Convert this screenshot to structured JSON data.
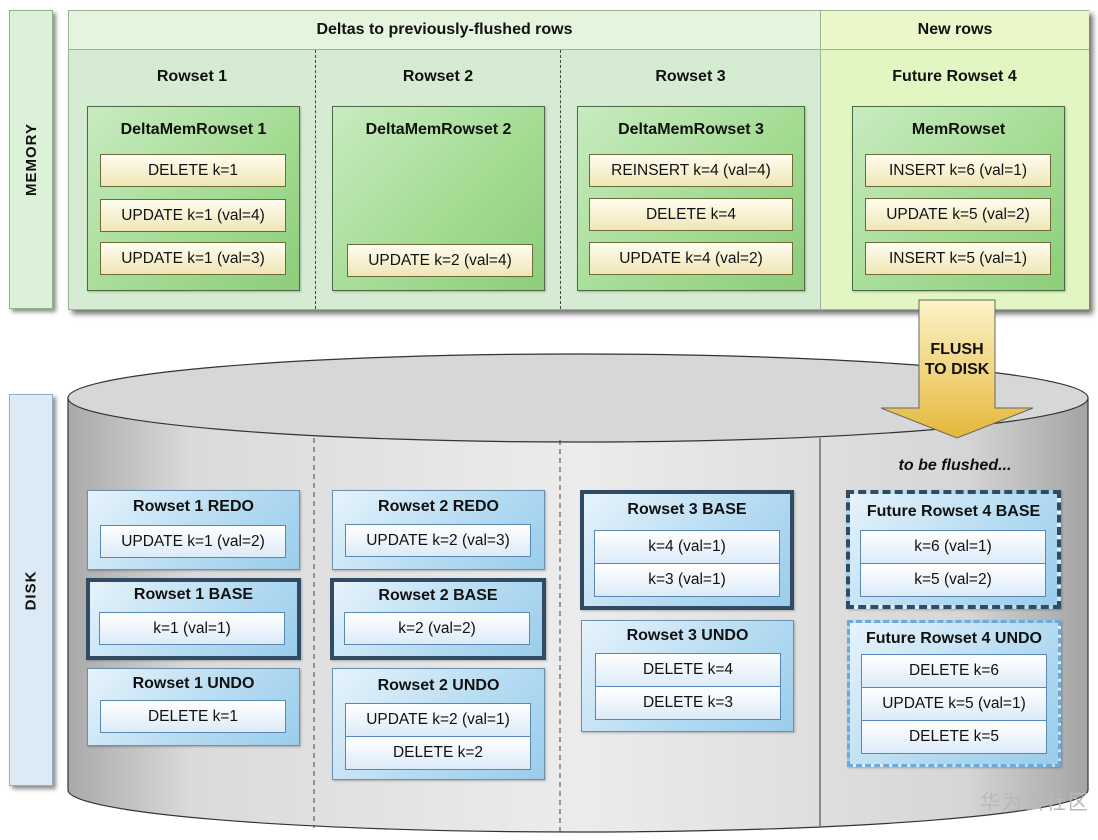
{
  "side_labels": {
    "memory": "MEMORY",
    "disk": "DISK"
  },
  "memory": {
    "header_deltas": "Deltas to previously-flushed rows",
    "header_new": "New rows",
    "rowsets": [
      {
        "label": "Rowset 1",
        "box_title": "DeltaMemRowset 1",
        "ops": [
          "DELETE k=1",
          "UPDATE k=1 (val=4)",
          "UPDATE k=1 (val=3)"
        ]
      },
      {
        "label": "Rowset 2",
        "box_title": "DeltaMemRowset 2",
        "ops": [
          "UPDATE k=2 (val=4)"
        ]
      },
      {
        "label": "Rowset 3",
        "box_title": "DeltaMemRowset 3",
        "ops": [
          "REINSERT k=4 (val=4)",
          "DELETE k=4",
          "UPDATE k=4 (val=2)"
        ]
      },
      {
        "label": "Future Rowset 4",
        "box_title": "MemRowset",
        "ops": [
          "INSERT k=6 (val=1)",
          "UPDATE k=5 (val=2)",
          "INSERT k=5 (val=1)"
        ]
      }
    ]
  },
  "flush_arrow": {
    "line1": "FLUSH",
    "line2": "TO DISK"
  },
  "disk": {
    "to_be_flushed": "to be flushed...",
    "rowset1": {
      "redo": {
        "title": "Rowset 1 REDO",
        "items": [
          "UPDATE k=1 (val=2)"
        ]
      },
      "base": {
        "title": "Rowset 1 BASE",
        "items": [
          "k=1 (val=1)"
        ]
      },
      "undo": {
        "title": "Rowset 1 UNDO",
        "items": [
          "DELETE k=1"
        ]
      }
    },
    "rowset2": {
      "redo": {
        "title": "Rowset 2 REDO",
        "items": [
          "UPDATE k=2 (val=3)"
        ]
      },
      "base": {
        "title": "Rowset 2 BASE",
        "items": [
          "k=2 (val=2)"
        ]
      },
      "undo": {
        "title": "Rowset 2 UNDO",
        "items": [
          "UPDATE k=2 (val=1)",
          "DELETE k=2"
        ]
      }
    },
    "rowset3": {
      "base": {
        "title": "Rowset 3 BASE",
        "items": [
          "k=4 (val=1)",
          "k=3 (val=1)"
        ]
      },
      "undo": {
        "title": "Rowset 3 UNDO",
        "items": [
          "DELETE k=4",
          "DELETE k=3"
        ]
      }
    },
    "rowset4": {
      "base": {
        "title": "Future Rowset 4 BASE",
        "items": [
          "k=6 (val=1)",
          "k=5 (val=2)"
        ]
      },
      "undo": {
        "title": "Future Rowset 4 UNDO",
        "items": [
          "DELETE k=6",
          "UPDATE k=5 (val=1)",
          "DELETE k=5"
        ]
      }
    }
  },
  "watermark": "华为云社区",
  "colors": {
    "memory_bg": "#d6ecd2",
    "memory_header_bg": "#e4f4dd",
    "delta_green": "#a4dc94",
    "op_yellow": "#efe6b6",
    "disk_blue": "#b3daf1",
    "cylinder_gray": "#d8d8d8",
    "side_memory": "#dcf2d8",
    "side_disk": "#dbeaf5",
    "arrow": "#efd074"
  }
}
